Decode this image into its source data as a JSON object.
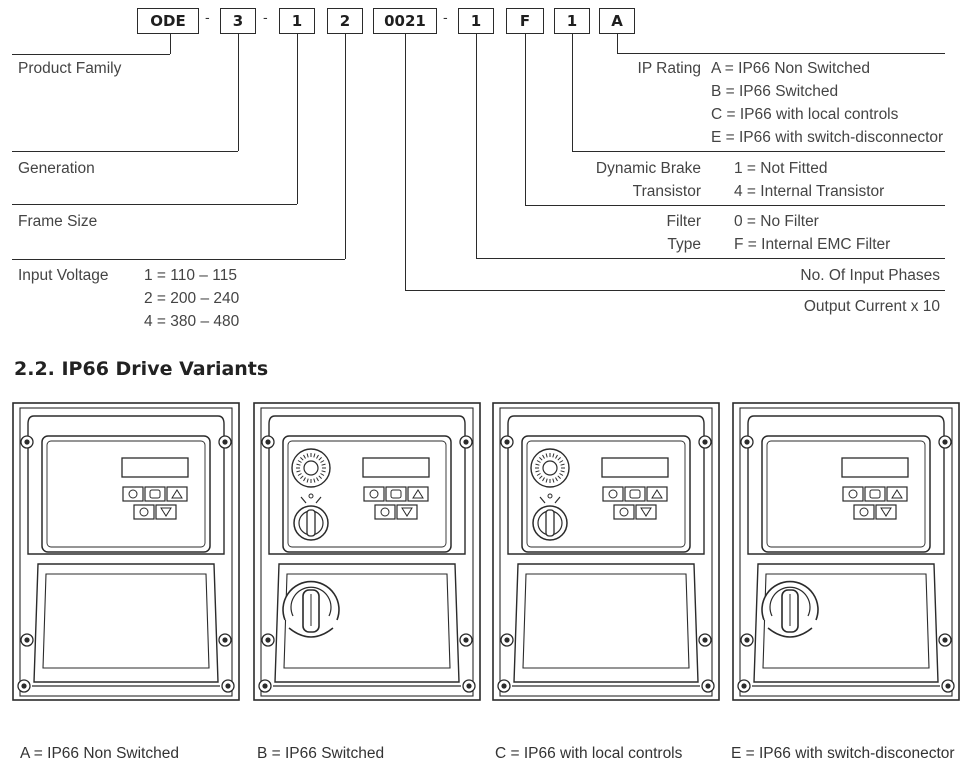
{
  "code": {
    "seg1": "ODE",
    "sep": "-",
    "seg2": "3",
    "seg3": "1",
    "seg4": "2",
    "seg5": "0021",
    "seg6": "1",
    "seg7": "F",
    "seg8": "1",
    "seg9": "A"
  },
  "left_labels": {
    "product_family": "Product Family",
    "generation": "Generation",
    "frame_size": "Frame Size",
    "input_voltage": "Input Voltage",
    "voltage_options": [
      "1 = 110 – 115",
      "2 = 200 – 240",
      "4 = 380 – 480"
    ]
  },
  "ip_rating": {
    "label": "IP Rating",
    "options": [
      "A = IP66 Non Switched",
      "B = IP66 Switched",
      "C = IP66 with local controls",
      "E = IP66 with switch-disconnector"
    ]
  },
  "dynamic_brake": {
    "label_line1": "Dynamic Brake",
    "label_line2": "Transistor",
    "options": [
      "1 = Not Fitted",
      "4 = Internal Transistor"
    ]
  },
  "filter": {
    "label_line1": "Filter",
    "label_line2": "Type",
    "options": [
      "0 = No Filter",
      "F = Internal EMC Filter"
    ]
  },
  "input_phases": "No. Of Input Phases",
  "output_current": "Output Current x 10",
  "section_heading": "2.2. IP66 Drive Variants",
  "variants": [
    "A = IP66 Non Switched",
    "B = IP66 Switched",
    "C = IP66 with local controls",
    "E = IP66 with switch-disconector"
  ]
}
